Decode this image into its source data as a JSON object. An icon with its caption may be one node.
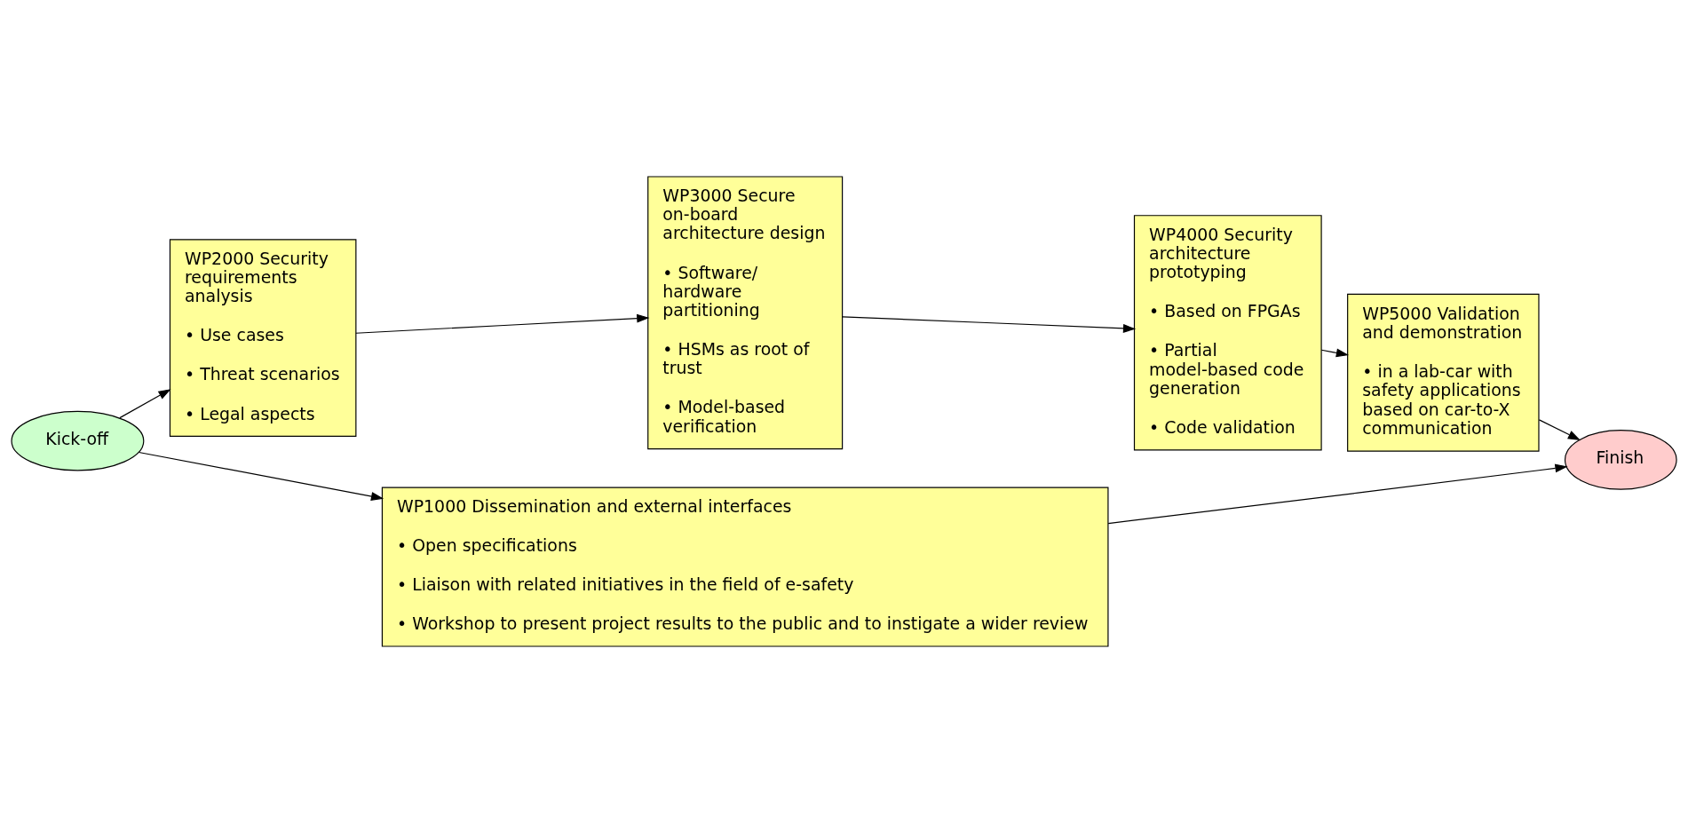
{
  "diagram": {
    "nodes": [
      {
        "text": [
          "Kick-off"
        ]
      },
      {
        "text": [
          "WP2000 Security requirements analysis",
          "• Use cases",
          "• Threat scenarios",
          "• Legal aspects"
        ]
      },
      {
        "text": [
          "WP3000 Secure on-board architecture design",
          "• Software/ hardware partitioning",
          "• HSMs as root of trust",
          "• Model-based verification"
        ]
      },
      {
        "text": [
          "WP4000 Security architecture prototyping",
          "• Based on FPGAs",
          "• Partial model-based code generation",
          "• Code validation"
        ]
      },
      {
        "text": [
          "WP5000 Validation and demonstration",
          "• in a lab-car with safety applications based on car-to-X communication"
        ]
      },
      {
        "text": [
          "WP1000 Dissemination and external interfaces",
          "• Open specifications",
          "• Liaison with related initiatives in the field of e-safety",
          "• Workshop to present project results to the public and to instigate a wider review"
        ]
      },
      {
        "text": [
          "Finish"
        ]
      }
    ],
    "edges": [
      {
        "from": 0,
        "to": 1,
        "arrow": "to"
      },
      {
        "from": 1,
        "to": 2,
        "arrow": "to"
      },
      {
        "from": 2,
        "to": 3,
        "arrow": "to"
      },
      {
        "from": 3,
        "to": 4,
        "arrow": "to"
      },
      {
        "from": 4,
        "to": 6,
        "arrow": "to"
      },
      {
        "from": 0,
        "to": 5,
        "arrow": "to"
      },
      {
        "from": 5,
        "to": 6,
        "arrow": "to"
      }
    ]
  }
}
